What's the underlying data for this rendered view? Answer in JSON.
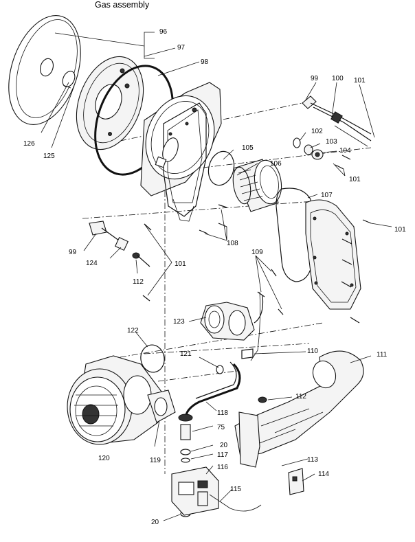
{
  "title": "Gas assembly",
  "callouts": [
    "96",
    "97",
    "98",
    "99",
    "100",
    "101",
    "126",
    "125",
    "105",
    "106",
    "102",
    "103",
    "104",
    "101",
    "107",
    "101",
    "99",
    "124",
    "112",
    "101",
    "108",
    "109",
    "123",
    "122",
    "121",
    "110",
    "111",
    "112",
    "118",
    "75",
    "20",
    "117",
    "116",
    "115",
    "113",
    "114",
    "120",
    "119",
    "20"
  ]
}
